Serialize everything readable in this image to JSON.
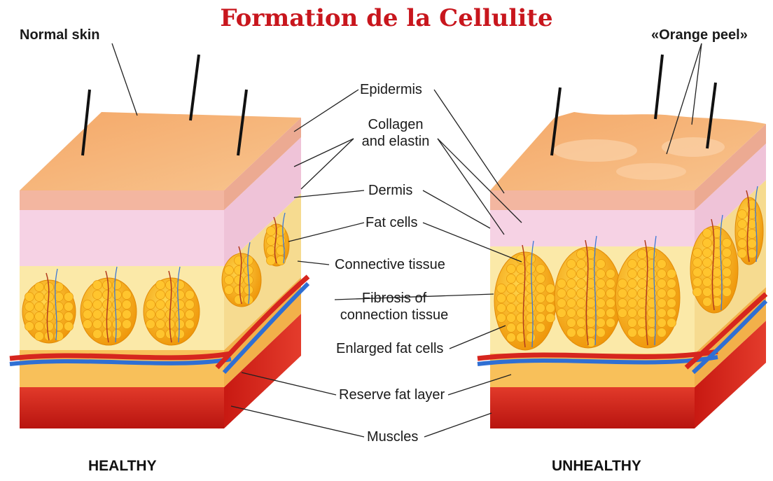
{
  "title": "Formation de la Cellulite",
  "labels": {
    "normal_skin": "Normal skin",
    "orange_peel": "«Orange peel»",
    "epidermis": "Epidermis",
    "collagen_line1": "Collagen",
    "collagen_line2": "and elastin",
    "dermis": "Dermis",
    "fat_cells": "Fat cells",
    "connective_tissue": "Connective tissue",
    "fibrosis_line1": "Fibrosis of",
    "fibrosis_line2": "connection tissue",
    "enlarged_fat_cells": "Enlarged fat cells",
    "reserve_fat_layer": "Reserve fat layer",
    "muscles": "Muscles"
  },
  "footer": {
    "healthy": "HEALTHY",
    "unhealthy": "UNHEALTHY"
  },
  "colors": {
    "title": "#c8161d",
    "epidermis": "#f6b678",
    "dermis": "#f6d2e4",
    "fat": "#f5a913",
    "muscle": "#d8241e",
    "artery": "#d6261e",
    "vein": "#2f6fd3"
  }
}
